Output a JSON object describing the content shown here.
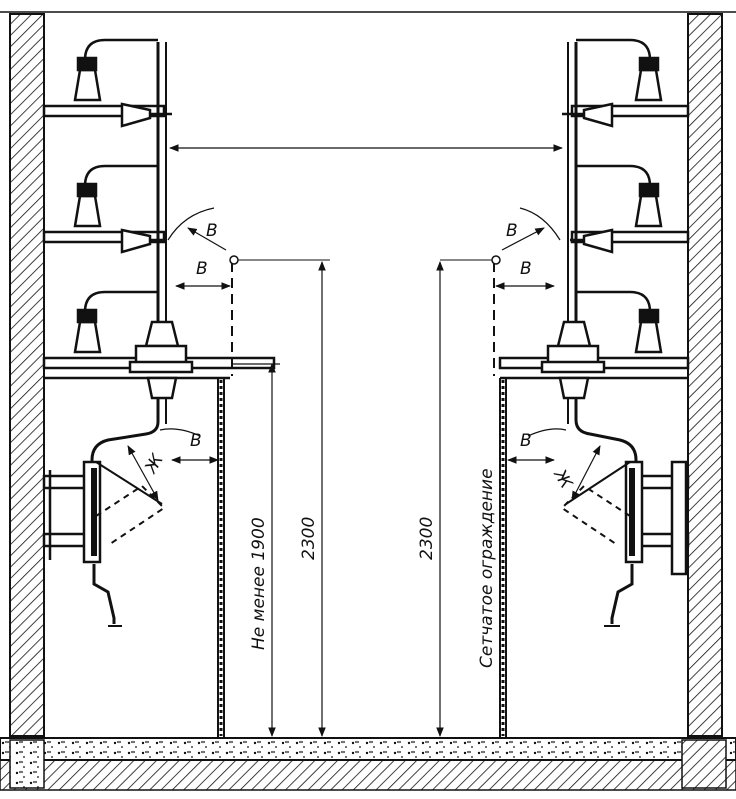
{
  "labels": {
    "clearance_b": "В",
    "clearance_zh": "Ж",
    "min_height": "Не менее 1900",
    "height_left": "2300",
    "height_right": "2300",
    "mesh_fence": "Сетчатое ограждение"
  },
  "colors": {
    "ink": "#111111",
    "paper": "#ffffff"
  }
}
